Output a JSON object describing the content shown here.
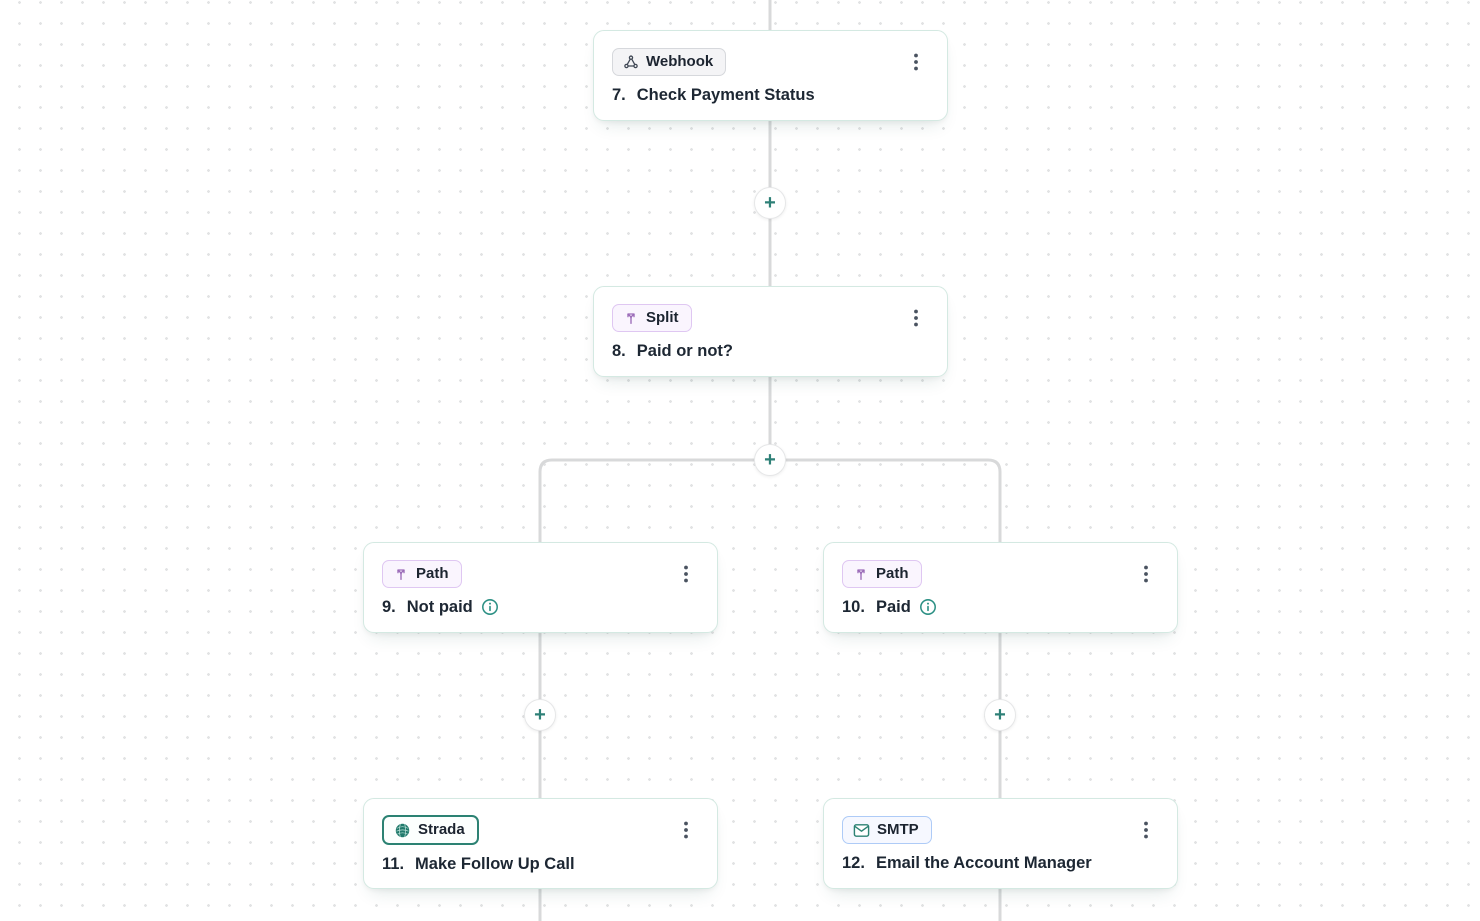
{
  "canvas": {
    "name": "Workflow builder canvas",
    "dot_color": "#e2e3e4",
    "connector_color": "#d8d9da"
  },
  "colors": {
    "accent_teal": "#2e8077",
    "purple_icon": "#9a6ab8",
    "card_border": "#d4e9e2",
    "badge_webhook_bg": "#f4f4f6",
    "badge_purple_bg": "#faf5fe",
    "badge_smtp_border": "#aecbf7",
    "badge_strada_border": "#2c8273",
    "title_text": "#1d2733"
  },
  "plus": {
    "symbol": "+"
  },
  "nodes": [
    {
      "badge_label": "Webhook",
      "badge_icon": "webhook-icon",
      "step": "7.",
      "title": "Check Payment Status",
      "has_info": false
    },
    {
      "badge_label": "Split",
      "badge_icon": "split-icon",
      "step": "8.",
      "title": "Paid or not?",
      "has_info": false
    },
    {
      "badge_label": "Path",
      "badge_icon": "path-icon",
      "step": "9.",
      "title": "Not paid",
      "has_info": true
    },
    {
      "badge_label": "Path",
      "badge_icon": "path-icon",
      "step": "10.",
      "title": "Paid",
      "has_info": true
    },
    {
      "badge_label": "Strada",
      "badge_icon": "strada-logo",
      "step": "11.",
      "title": "Make Follow Up Call",
      "has_info": false
    },
    {
      "badge_label": "SMTP",
      "badge_icon": "smtp-icon",
      "step": "12.",
      "title": "Email the Account Manager",
      "has_info": false
    }
  ]
}
